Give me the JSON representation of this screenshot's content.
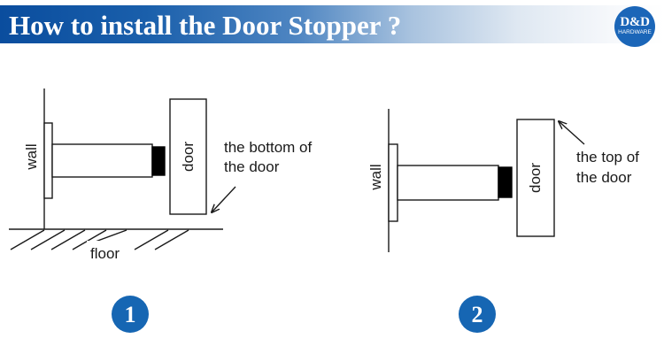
{
  "header": {
    "title": "How to install the Door Stopper ?",
    "banner_color_start": "#0a4d9e",
    "banner_color_end": "#ffffff",
    "logo": {
      "main": "D&D",
      "sub": "HARDWARE",
      "color": "#1b66b8"
    }
  },
  "diagrams": [
    {
      "step": "1",
      "wall_label": "wall",
      "door_label": "door",
      "floor_label": "floor",
      "note_line1": "the bottom of",
      "note_line2": "the door"
    },
    {
      "step": "2",
      "wall_label": "wall",
      "door_label": "door",
      "note_line1": "the top of",
      "note_line2": "the door"
    }
  ],
  "colors": {
    "accent": "#1666b3",
    "line": "#1a1a1a",
    "stopper_tip": "#000000"
  }
}
